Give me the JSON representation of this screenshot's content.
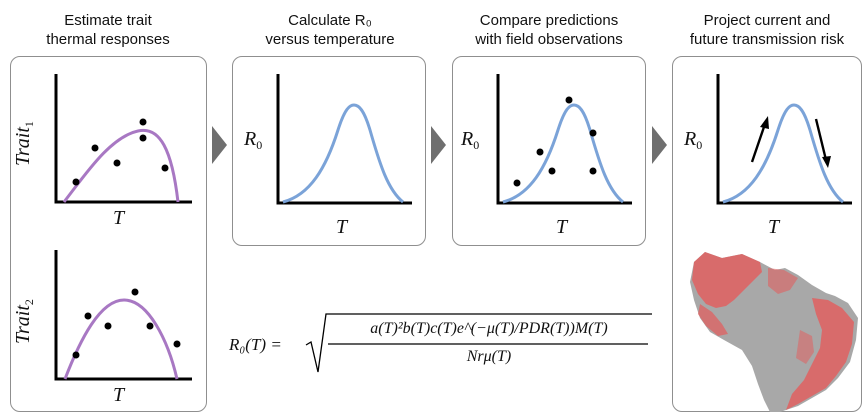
{
  "headers": {
    "step1": {
      "line1": "Estimate trait",
      "line2": "thermal responses"
    },
    "step2": {
      "line1": "Calculate R₀",
      "line2": "versus temperature"
    },
    "step3": {
      "line1": "Compare predictions",
      "line2": "with field observations"
    },
    "step4": {
      "line1": "Project current and",
      "line2": "future transmission risk"
    }
  },
  "axis_labels": {
    "trait1": "Trait",
    "trait1_sub": "1",
    "trait2": "Trait",
    "trait2_sub": "2",
    "temperature": "T",
    "r0": "R",
    "r0_sub": "0"
  },
  "formula": {
    "lhs": "R₀(T) =",
    "numerator": "a(T)²b(T)c(T)e^(−μ(T)/PDR(T))M(T)",
    "denominator": "Nrμ(T)"
  },
  "colors": {
    "trait_curve": "#a878c3",
    "r0_curve": "#7ba3d8",
    "arrow": "#6f6f6f",
    "map_land": "#a8a8a8",
    "map_risk": "#e06060"
  }
}
